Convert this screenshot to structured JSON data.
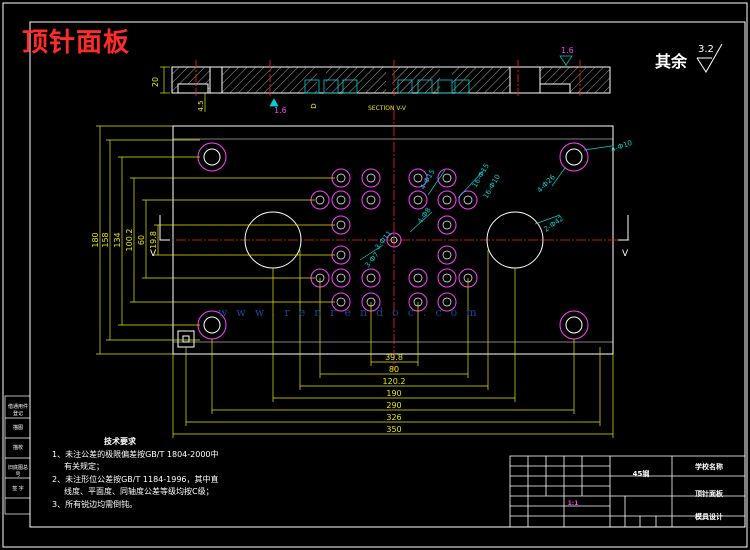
{
  "drawing": {
    "title": "顶针面板",
    "surface_rest_label": "其余",
    "surface_rest_value": "3.2",
    "section_top_roughness": "1.6",
    "section_bottom_roughness": "1.6",
    "section_label": "SECTION V-V",
    "section_dim_thickness": "20",
    "section_dim_counterbore": "4.5",
    "section_dim_d": "D",
    "cut_marker": "V",
    "horizontal_dims": [
      "39.8",
      "80",
      "120.2",
      "190",
      "290",
      "326",
      "350"
    ],
    "vertical_dims": [
      "180",
      "158",
      "134",
      "100.2",
      "60",
      "19.8"
    ],
    "hole_callouts": [
      "4-Ф10",
      "4-Ф26",
      "2-Ф42",
      "16-Ф15",
      "16-Ф10",
      "4-Ф15",
      "4-Ф8",
      "3-Ф7",
      "3-Ф11"
    ]
  },
  "notes": {
    "heading": "技术要求",
    "items": [
      "1、未注公差的极限偏差按GB/T 1804-2000中",
      "有关规定；",
      "2、未注形位公差按GB/T 1184-1996，其中直",
      "线度、平面度、同轴度公差等级均按C级；",
      "3、所有锐边均需倒钝。"
    ]
  },
  "title_block": {
    "material": "45钢",
    "school": "学校名称",
    "part_name": "顶针面板",
    "project": "模具设计",
    "scale_note": "1:1"
  },
  "side_block": [
    "借通用件登记",
    "描图",
    "描校",
    "旧底图总号",
    "签 字"
  ],
  "watermark": "www.renrendoc.com",
  "colors": {
    "outline": "#ffffff",
    "center": "#ff2020",
    "dimension": "#e8e800",
    "hole": "#ff40ff",
    "section": "#00d0d0",
    "title": "#ff2a2a"
  }
}
